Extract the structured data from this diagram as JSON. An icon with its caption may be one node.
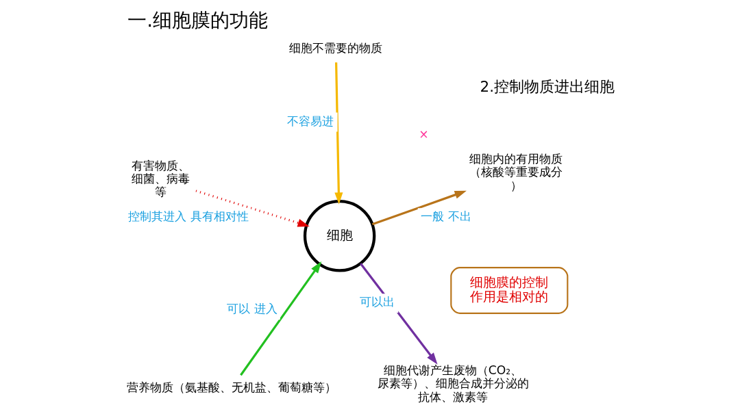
{
  "diagram": {
    "title": "一.细胞膜的功能",
    "nodes": [
      {
        "text": [
          "营养物质（氨基酸、无机盐、葡萄糖等）"
        ]
      },
      {
        "text": [
          "细胞代谢产生废物（CO₂、尿素等）、细胞合成并分泌的抗体、激素等"
        ]
      },
      {
        "text": [
          "细胞"
        ]
      },
      {
        "text": [
          "细胞不需要的物质"
        ]
      },
      {
        "text": [
          "细胞内的有用物质（核酸等重要成分）"
        ]
      },
      {
        "text": [
          "有害物质、细菌、病毒等"
        ]
      },
      {
        "text": [
          "细胞膜的控制作用是相对的"
        ]
      }
    ],
    "edges": [
      {
        "from": 0,
        "to": 2,
        "arrow": "to",
        "label": "可以 进入",
        "color": "#22c020"
      },
      {
        "from": 2,
        "to": 1,
        "arrow": "to",
        "label": "可以出",
        "color": "#7030a0"
      },
      {
        "from": 3,
        "to": 2,
        "arrow": "to",
        "label": "不容易进",
        "color": "#f5b800"
      },
      {
        "from": 2,
        "to": 4,
        "arrow": "to",
        "label": "一般 不出",
        "color": "#b8741a"
      },
      {
        "from": 5,
        "to": 2,
        "arrow": "to",
        "label": "控制其进入 具有相对性",
        "style": "dashed",
        "color": "#e00000"
      }
    ],
    "labels": [
      "2.控制物质进出细胞",
      "×"
    ]
  }
}
